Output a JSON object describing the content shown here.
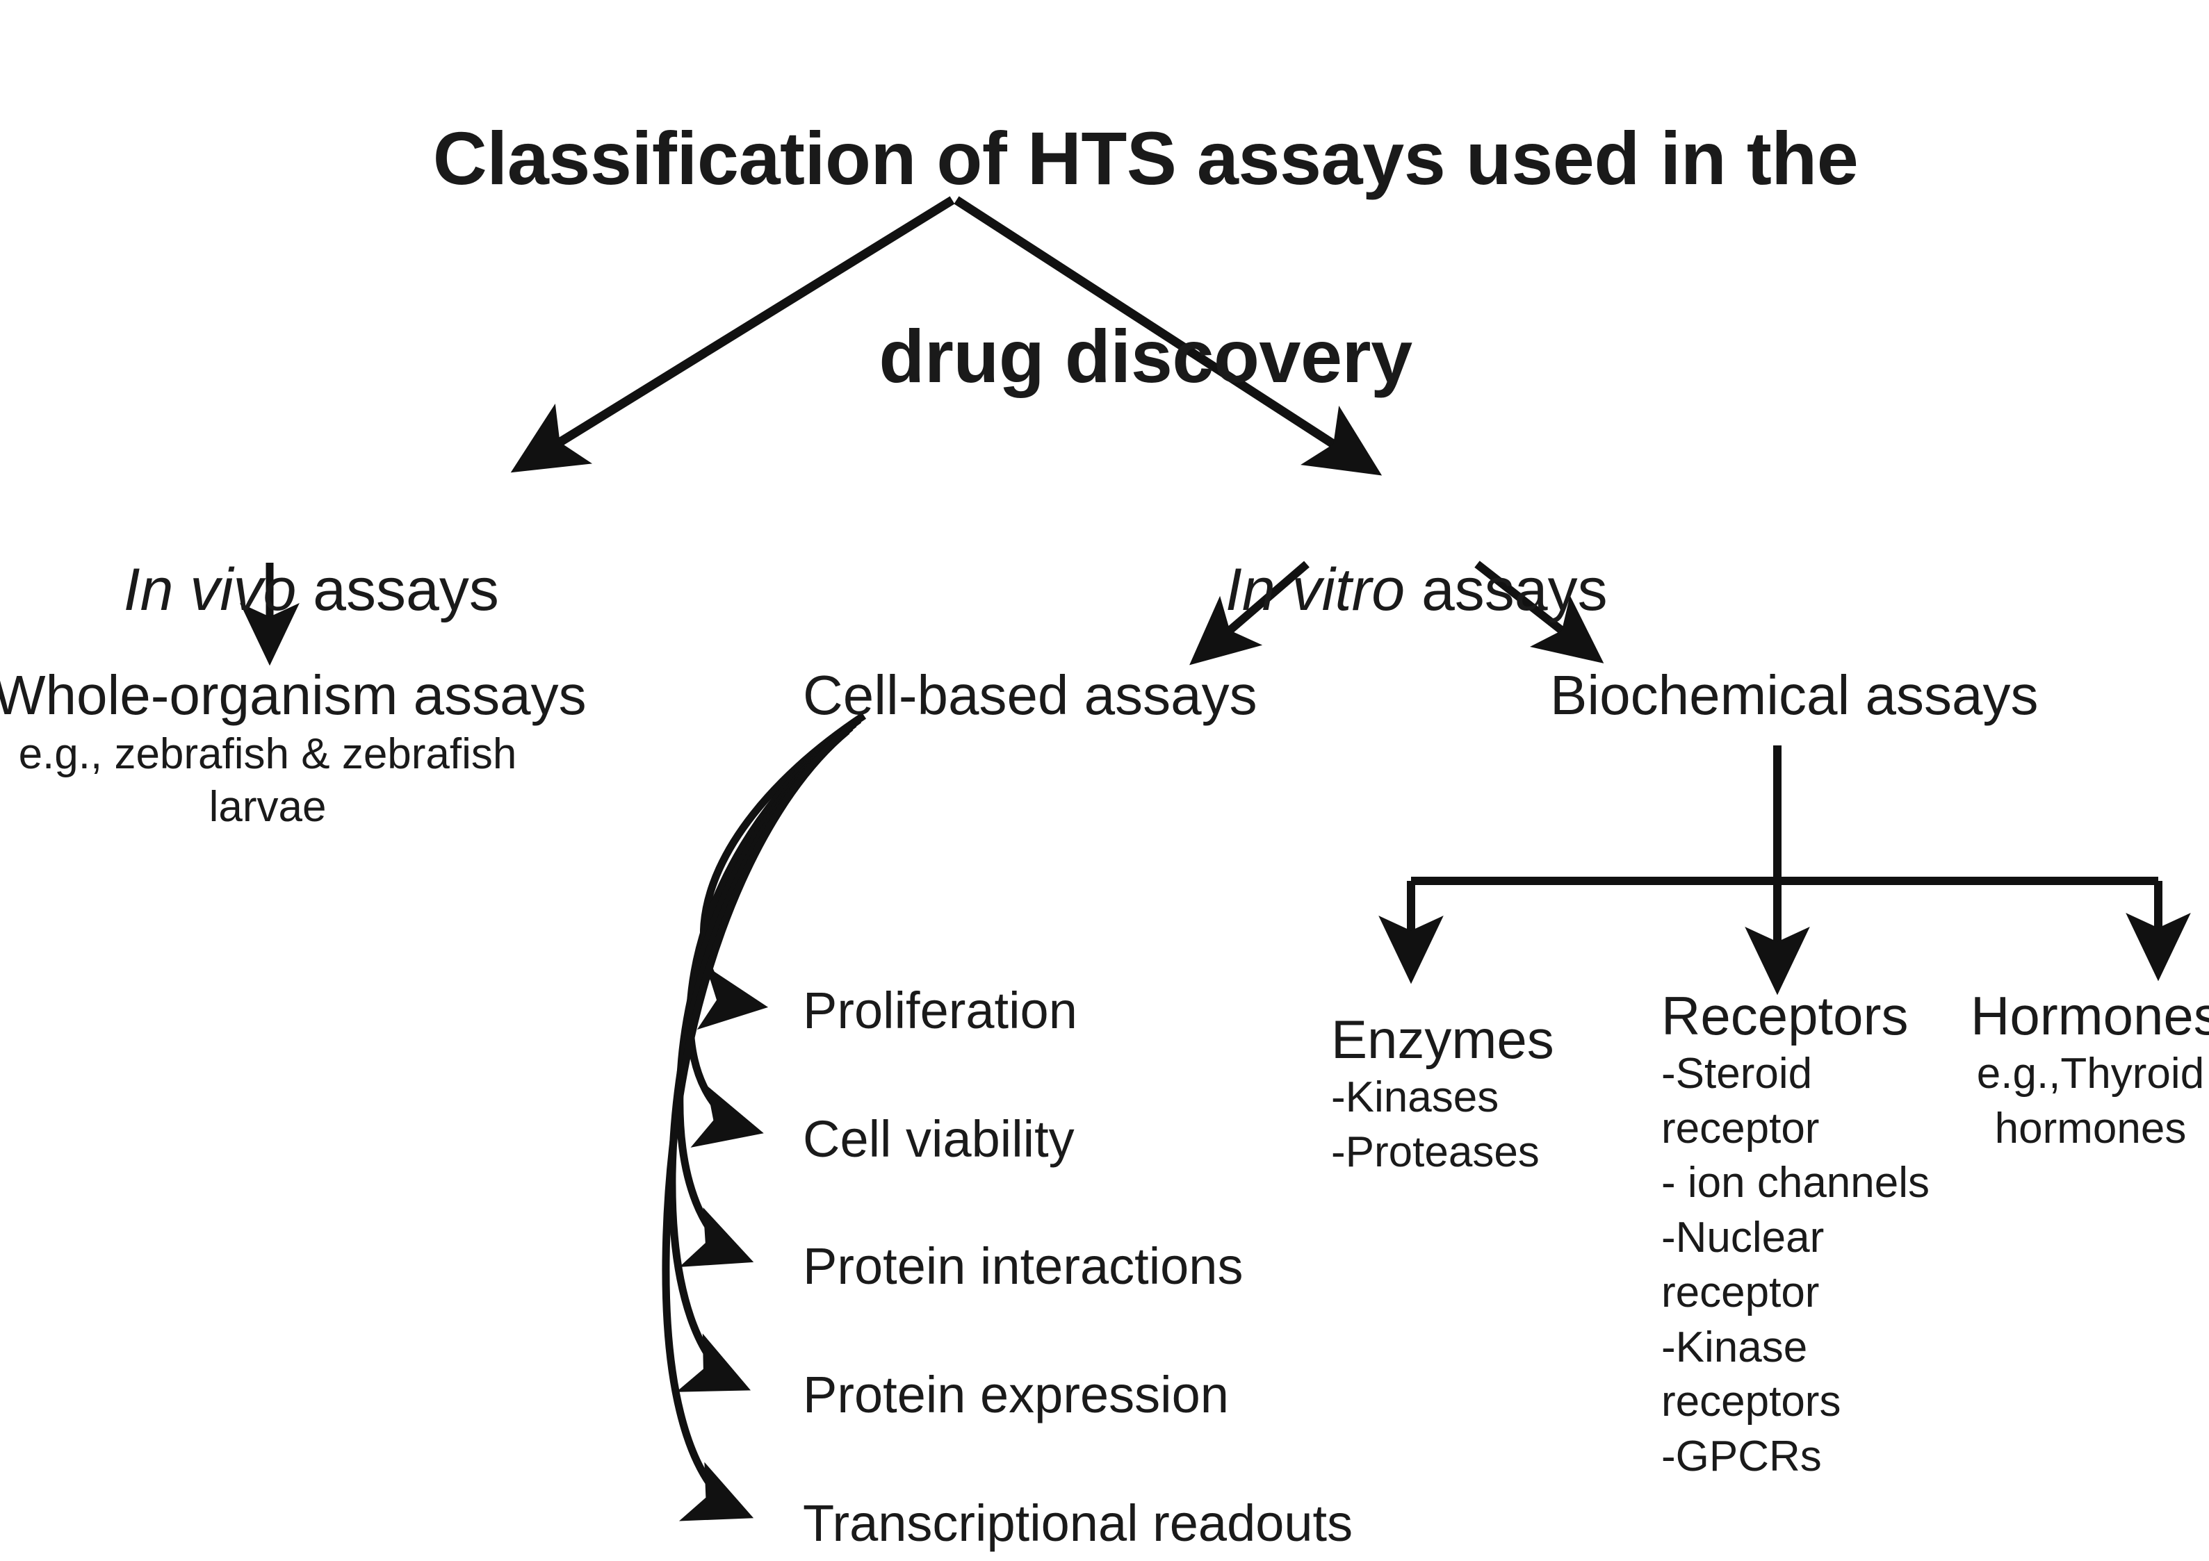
{
  "title": {
    "line1": "Classification of HTS assays used in the",
    "line2": "drug discovery"
  },
  "branches": {
    "in_vivo": {
      "emphasis": "In vivo",
      "rest": " assays"
    },
    "in_vitro": {
      "emphasis": "In vitro",
      "rest": " assays"
    }
  },
  "nodes": {
    "whole_organism": {
      "label": "Whole-organism assays",
      "sub": "e.g., zebrafish & zebrafish\nlarvae"
    },
    "cell_based": {
      "label": "Cell-based assays"
    },
    "biochemical": {
      "label": "Biochemical assays"
    }
  },
  "cell_based_items": [
    "Proliferation",
    "Cell viability",
    "Protein interactions",
    "Protein expression",
    "Transcriptional readouts"
  ],
  "biochemical_columns": [
    {
      "title": "Enzymes",
      "items": "-Kinases\n-Proteases"
    },
    {
      "title": "Receptors",
      "items": "-Steroid\nreceptor\n- ion channels\n-Nuclear\nreceptor\n-Kinase\nreceptors\n-GPCRs"
    },
    {
      "title": "Hormones",
      "items": "e.g.,Thyroid\nhormones"
    }
  ],
  "colors": {
    "ink": "#1a1a1a",
    "background": "#ffffff",
    "stroke": "#111111"
  }
}
